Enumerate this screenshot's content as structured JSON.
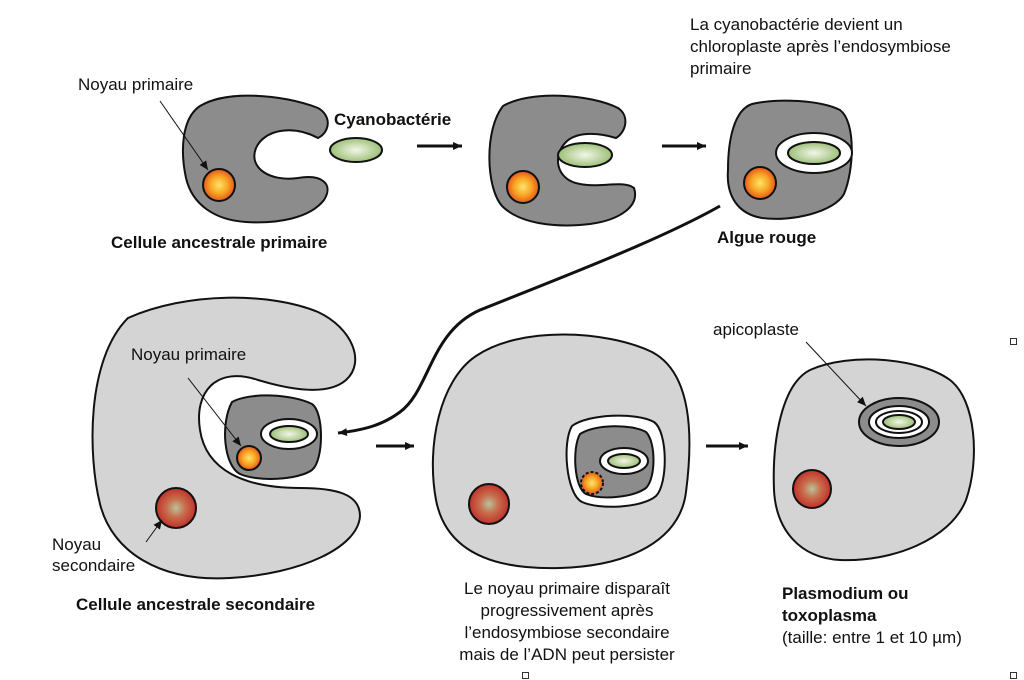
{
  "labels": {
    "noyau_primaire_top": "Noyau primaire",
    "cyanobacterie": "Cyanobactérie",
    "cellule_ancestrale_primaire": "Cellule ancestrale primaire",
    "note_chloroplaste": [
      "La cyanobactérie devient un",
      "chloroplaste après l’endosymbiose",
      "primaire"
    ],
    "algue_rouge": "Algue rouge",
    "noyau_primaire_bottom": "Noyau primaire",
    "noyau_secondaire": [
      "Noyau",
      "secondaire"
    ],
    "cellule_ancestrale_secondaire": "Cellule ancestrale secondaire",
    "apicoplaste": "apicoplaste",
    "note_noyau": [
      "Le noyau primaire disparaît",
      "progressivement après",
      "l’endosymbiose secondaire",
      "mais de l’ADN peut persister"
    ],
    "plasmodium": [
      "Plasmodium ou",
      "toxoplasma"
    ],
    "taille": "(taille: entre 1 et 10 µm)"
  },
  "colors": {
    "cell_dark": "#8c8c8c",
    "cell_light": "#d4d4d4",
    "outline": "#111111",
    "plastid": "#b8cf9a",
    "nucleus_primary": "#f29a1f",
    "nucleus_secondary": "#c43a2f"
  }
}
